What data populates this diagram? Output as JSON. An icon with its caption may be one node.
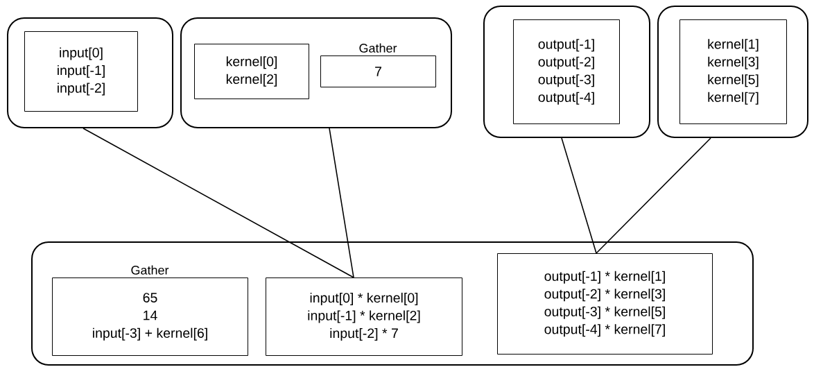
{
  "diagram": {
    "nodes": [
      {
        "text": [],
        "shape": "box"
      },
      {
        "text": [
          "input[0]",
          "input[-1]",
          "input[-2]"
        ],
        "in": 0
      },
      {
        "text": [],
        "shape": "box"
      },
      {
        "text": [
          "kernel[0]",
          "kernel[2]"
        ],
        "in": 2
      },
      {
        "text": [
          "Gather",
          "7"
        ],
        "in": 2
      },
      {
        "text": [],
        "shape": "box"
      },
      {
        "text": [
          "output[-1]",
          "output[-2]",
          "output[-3]",
          "output[-4]"
        ],
        "in": 5
      },
      {
        "text": [],
        "shape": "box"
      },
      {
        "text": [
          "kernel[1]",
          "kernel[3]",
          "kernel[5]",
          "kernel[7]"
        ],
        "in": 7
      },
      {
        "text": [],
        "shape": "box"
      },
      {
        "text": [
          "Gather",
          "65",
          "14",
          "input[-3] + kernel[6]"
        ],
        "in": 9
      },
      {
        "text": [
          "input[0] * kernel[0]",
          "input[-1] * kernel[2]",
          "input[-2] * 7"
        ],
        "in": 9
      },
      {
        "text": [
          "output[-1] * kernel[1]",
          "output[-2] * kernel[3]",
          "output[-3] * kernel[5]",
          "output[-4] * kernel[7]"
        ],
        "in": 9
      }
    ],
    "edges": [
      {
        "from": 0,
        "to": 11,
        "arrow": "none"
      },
      {
        "from": 2,
        "to": 11,
        "arrow": "none"
      },
      {
        "from": 5,
        "to": 12,
        "arrow": "none"
      },
      {
        "from": 7,
        "to": 12,
        "arrow": "none"
      }
    ]
  }
}
